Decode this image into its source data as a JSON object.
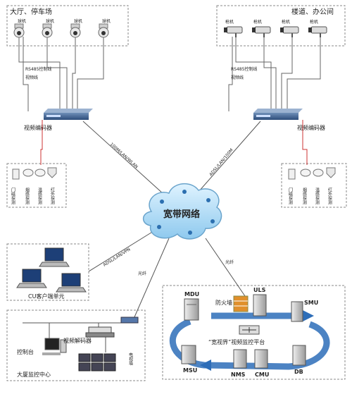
{
  "regions": {
    "hall": "大厅、停车场",
    "corridor": "楼道、办公间",
    "client": "CU客户端单元",
    "center": "大厦监控中心",
    "platform": "“宽视界”视频监控平台"
  },
  "cameras": {
    "dome": "球机",
    "gun": "枪机"
  },
  "lines": {
    "rs485": "RS485控制线",
    "video": "视频线"
  },
  "encoder": "视频编码器",
  "decoder": "视频解码器",
  "sensors": [
    "门磁探测",
    "烟感探测",
    "温感探测",
    "红外探测"
  ],
  "network": "宽带网络",
  "links": {
    "left_top": "100M/LAN/WLAN",
    "right_top": "ADSL/LAN/100M",
    "client": "ADSL/LAN/VPN",
    "center_fiber": "光纤",
    "platform_fiber": "光纤"
  },
  "console": "控制台",
  "tv_wall": "电视墙",
  "firewall": "防火墙",
  "servers": {
    "mdu": "MDU",
    "uls": "ULS",
    "smu": "SMU",
    "msu": "MSU",
    "nms": "NMS",
    "cmu": "CMU",
    "db": "DB"
  }
}
